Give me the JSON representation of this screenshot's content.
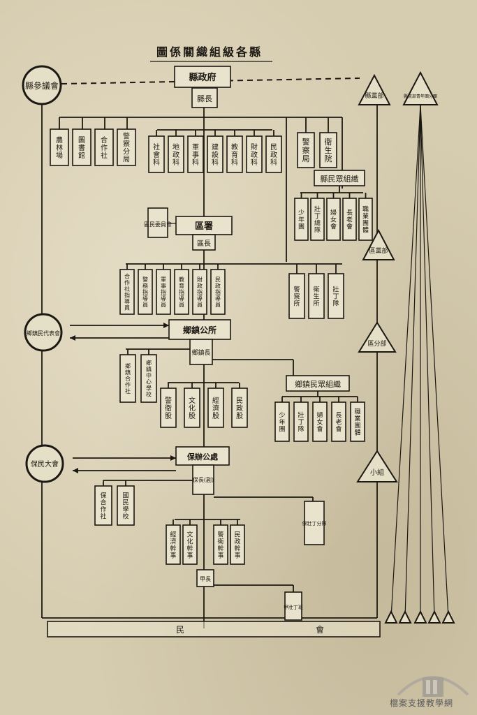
{
  "title": "圖係關織組級各縣",
  "county_council": "縣參議會",
  "county_gov": "縣政府",
  "county_head": "縣長",
  "county_offices_left": [
    "農林場",
    "圖書館",
    "合作社",
    "警察分局"
  ],
  "county_sections": [
    "社會科",
    "地政科",
    "軍事科",
    "建設科",
    "教育科",
    "財政科",
    "民政科"
  ],
  "county_agencies": [
    "警察局",
    "衛生院"
  ],
  "county_people_org": "縣民眾組織",
  "county_people_groups": [
    "少年團",
    "壯丁總隊",
    "婦女會",
    "長老會",
    "職業團體"
  ],
  "district_committee": "區民委員會",
  "district_office": "區署",
  "district_head": "區長",
  "district_staff": [
    "合作社指導員",
    "警務指導員",
    "軍事指導員",
    "教育指導員",
    "財政指導員",
    "民政指導員"
  ],
  "district_agencies": [
    "警察所",
    "衛生所",
    "壯丁隊"
  ],
  "town_council": "鄉鎮民代表會",
  "town_office": "鄉鎮公所",
  "town_head": "鄉鎮長",
  "town_left": [
    "鄉鎮合作社",
    "鄉鎮中心學校"
  ],
  "town_units": [
    "警衛股",
    "文化股",
    "經濟股",
    "民政股"
  ],
  "town_people_org": "鄉鎮民眾組織",
  "town_people_groups": [
    "少年團",
    "壯丁隊",
    "婦女會",
    "長老會",
    "職業團體"
  ],
  "bao_assembly": "保民大會",
  "bao_office": "保辦公處",
  "bao_head": "保長(副)",
  "bao_left": [
    "保合作社",
    "國民學校"
  ],
  "bao_youth": "保壯丁分隊",
  "bao_officers": [
    "經濟幹事",
    "文化幹事",
    "警衛幹事",
    "民政幹事"
  ],
  "jia_head": "甲長",
  "jia_youth": "甲壯丁班",
  "bottom_assembly": [
    "民",
    "會"
  ],
  "party_county": "縣黨部",
  "party_district": "區黨部",
  "party_town": "區分部",
  "party_group": "小組",
  "party_tall": "縣黨部青年團分團",
  "watermark_text": "檔案支援教學網"
}
